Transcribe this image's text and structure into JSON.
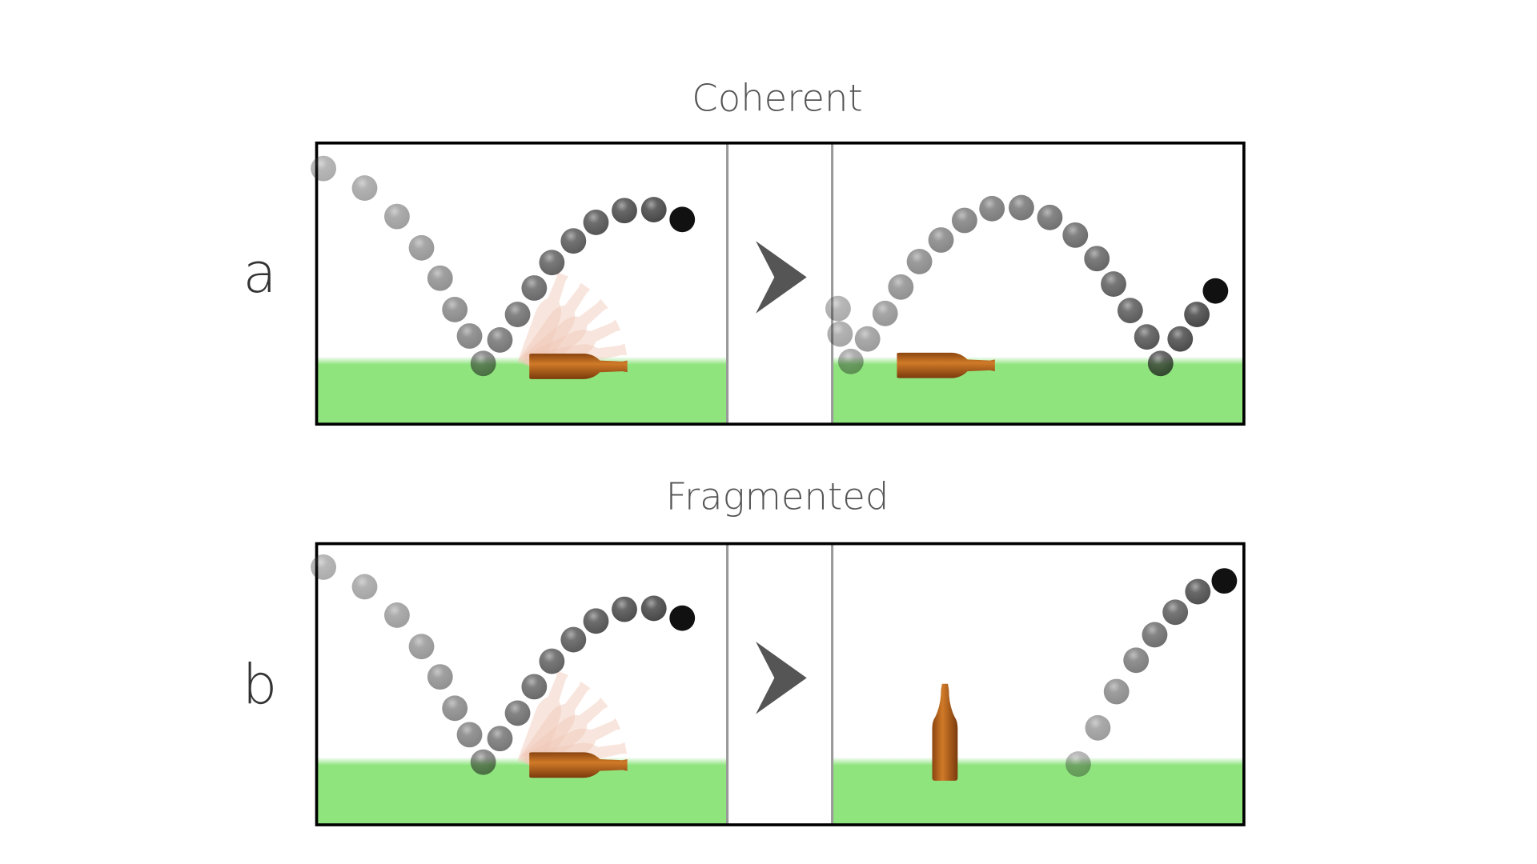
{
  "panels": [
    {
      "title": "Coherent",
      "letter": "a"
    },
    {
      "title": "Fragmented",
      "letter": "b"
    }
  ],
  "colors": {
    "ground": "#8fe47e",
    "bottle": "#b8631a",
    "ball": "#1a1a1a",
    "arrow": "#555555"
  }
}
